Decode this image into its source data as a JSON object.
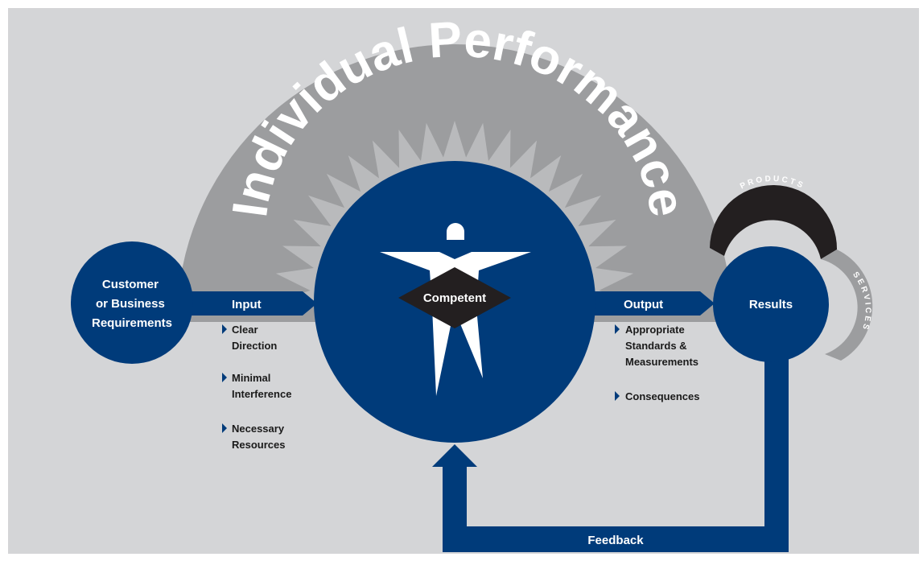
{
  "title": "Individual Performance",
  "customer": {
    "line1": "Customer",
    "line2": "or Business",
    "line3": "Requirements"
  },
  "input": {
    "label": "Input",
    "items": [
      {
        "line1": "Clear",
        "line2": "Direction"
      },
      {
        "line1": "Minimal",
        "line2": "Interference"
      },
      {
        "line1": "Necessary",
        "line2": "Resources"
      }
    ]
  },
  "center": {
    "label": "Competent"
  },
  "output": {
    "label": "Output",
    "items": [
      {
        "line1": "Appropriate",
        "line2": "Standards &",
        "line3": "Measurements"
      },
      {
        "line1": "Consequences"
      }
    ]
  },
  "results": {
    "label": "Results",
    "band_top": "PRODUCTS",
    "band_side": "SERVICES"
  },
  "feedback": {
    "label": "Feedback"
  },
  "colors": {
    "navy": "#003b7a",
    "gray": "#9c9d9f",
    "light_gray": "#b9babc",
    "background": "#d4d5d7",
    "black": "#231f20"
  }
}
